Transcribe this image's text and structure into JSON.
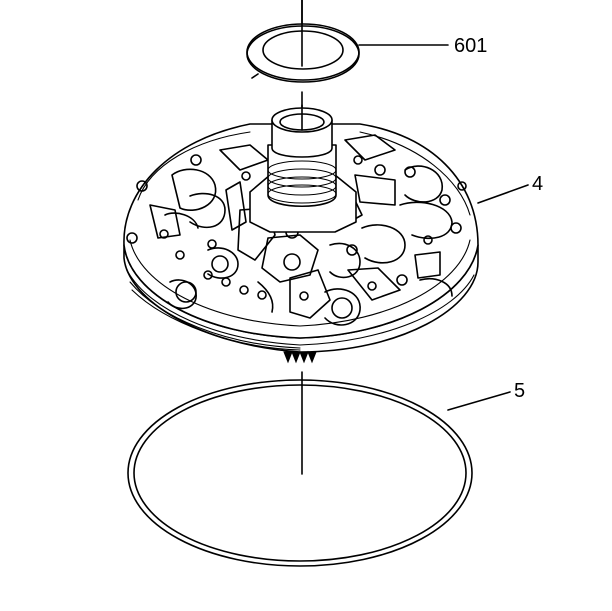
{
  "callouts": {
    "washer": "601",
    "pump_body": "4",
    "seal_ring": "5"
  }
}
